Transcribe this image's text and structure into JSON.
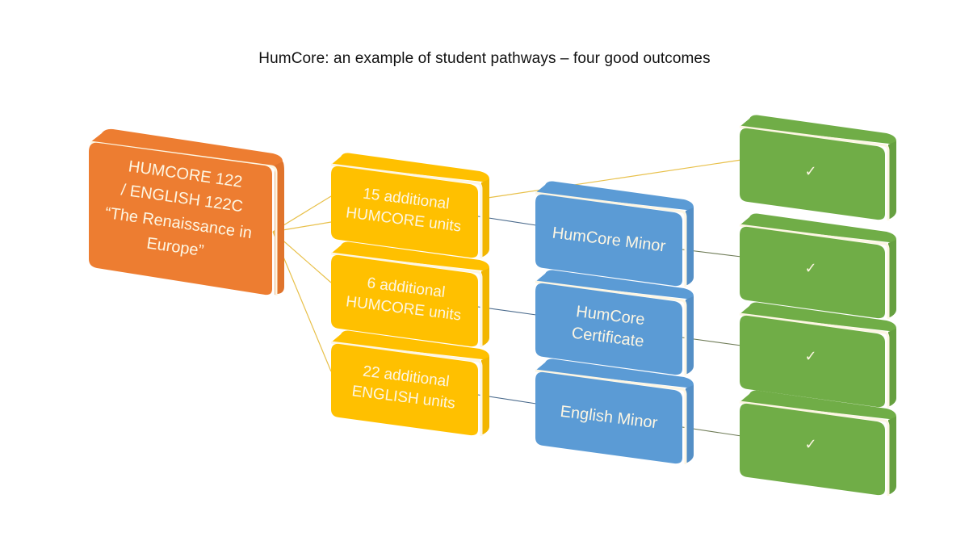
{
  "title": "HumCore: an example of student pathways – four good outcomes",
  "colors": {
    "orange": "#ED7D31",
    "orange_side": "#E0742C",
    "yellow": "#FFC000",
    "yellow_side": "#F2B600",
    "blue": "#5B9BD5",
    "blue_side": "#548FC6",
    "green": "#70AD47",
    "green_side": "#66A040",
    "highlight": "#FDF6E3",
    "connector_yellow": "#E8C04A",
    "connector_blue": "#4A6A8C",
    "connector_green": "#6D7A55"
  },
  "source": {
    "lines": [
      "HUMCORE 122",
      "/ ENGLISH 122C",
      "“The Renaissance in",
      "Europe”"
    ]
  },
  "pathways": [
    {
      "lines": [
        "15 additional",
        "HUMCORE units"
      ]
    },
    {
      "lines": [
        "6 additional",
        "HUMCORE units"
      ]
    },
    {
      "lines": [
        "22 additional",
        "ENGLISH units"
      ]
    }
  ],
  "credentials": [
    {
      "lines": [
        "HumCore Minor"
      ]
    },
    {
      "lines": [
        "HumCore",
        "Certificate"
      ]
    },
    {
      "lines": [
        "English Minor"
      ]
    }
  ],
  "outcomes": [
    {
      "mark": "✓"
    },
    {
      "mark": "✓"
    },
    {
      "mark": "✓"
    },
    {
      "mark": "✓"
    }
  ],
  "connections": [
    {
      "from": "source",
      "to": "pathway-1",
      "color": "yellow"
    },
    {
      "from": "source",
      "to": "pathway-1",
      "color": "yellow"
    },
    {
      "from": "source",
      "to": "pathway-2",
      "color": "yellow"
    },
    {
      "from": "source",
      "to": "pathway-3",
      "color": "yellow"
    },
    {
      "from": "pathway-1",
      "to": "outcome-1",
      "color": "yellow"
    },
    {
      "from": "pathway-1",
      "to": "credential-1",
      "color": "blue"
    },
    {
      "from": "pathway-2",
      "to": "credential-2",
      "color": "blue"
    },
    {
      "from": "pathway-3",
      "to": "credential-3",
      "color": "blue"
    },
    {
      "from": "credential-1",
      "to": "outcome-2",
      "color": "green"
    },
    {
      "from": "credential-2",
      "to": "outcome-3",
      "color": "green"
    },
    {
      "from": "credential-3",
      "to": "outcome-4",
      "color": "green"
    }
  ]
}
